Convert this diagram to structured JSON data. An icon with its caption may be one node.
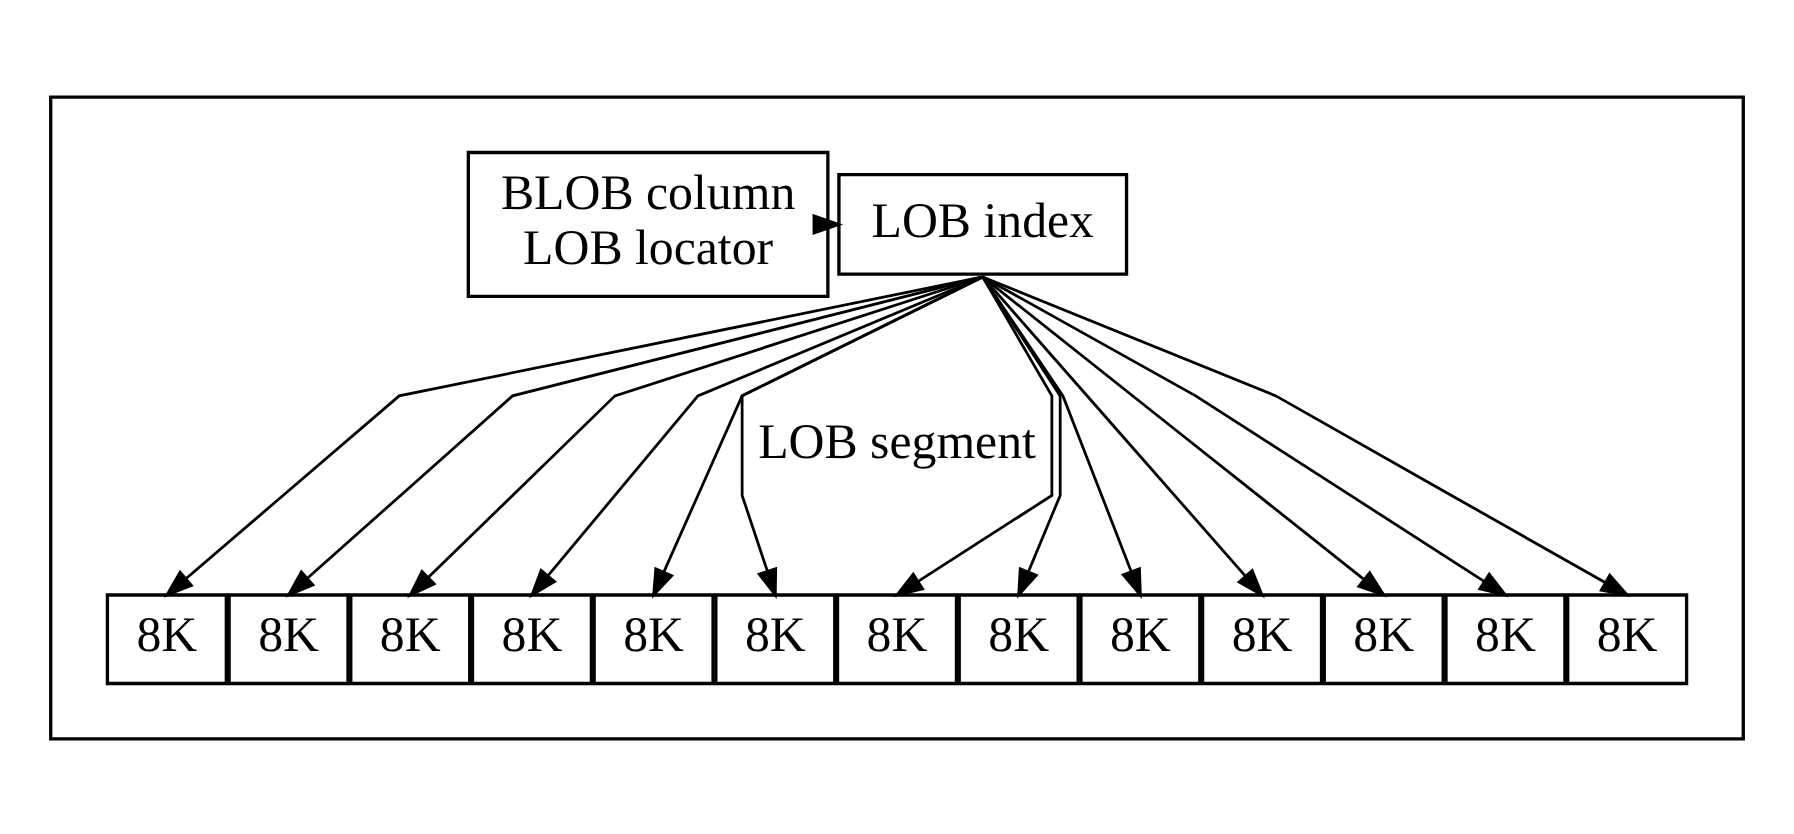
{
  "diagram": {
    "nodes": [
      {
        "text": [],
        "shape": "box"
      },
      {
        "text": [
          "BLOB column",
          "LOB locator"
        ],
        "in": 0
      },
      {
        "text": [
          "LOB index"
        ],
        "in": 0
      },
      {
        "text": [
          "8K"
        ],
        "in": 0
      },
      {
        "text": [
          "8K"
        ],
        "in": 0
      },
      {
        "text": [
          "8K"
        ],
        "in": 0
      },
      {
        "text": [
          "8K"
        ],
        "in": 0
      },
      {
        "text": [
          "8K"
        ],
        "in": 0
      },
      {
        "text": [
          "8K"
        ],
        "in": 0
      },
      {
        "text": [
          "8K"
        ],
        "in": 0
      },
      {
        "text": [
          "8K"
        ],
        "in": 0
      },
      {
        "text": [
          "8K"
        ],
        "in": 0
      },
      {
        "text": [
          "8K"
        ],
        "in": 0
      },
      {
        "text": [
          "8K"
        ],
        "in": 0
      },
      {
        "text": [
          "8K"
        ],
        "in": 0
      },
      {
        "text": [
          "8K"
        ],
        "in": 0
      }
    ],
    "edges": [
      {
        "from": 1,
        "to": 2,
        "arrow": "to"
      },
      {
        "from": 2,
        "to": 3,
        "arrow": "to"
      },
      {
        "from": 2,
        "to": 4,
        "arrow": "to"
      },
      {
        "from": 2,
        "to": 5,
        "arrow": "to"
      },
      {
        "from": 2,
        "to": 6,
        "arrow": "to"
      },
      {
        "from": 2,
        "to": 7,
        "arrow": "to"
      },
      {
        "from": 2,
        "to": 8,
        "arrow": "to"
      },
      {
        "from": 2,
        "to": 9,
        "arrow": "to"
      },
      {
        "from": 2,
        "to": 10,
        "arrow": "to"
      },
      {
        "from": 2,
        "to": 11,
        "arrow": "to"
      },
      {
        "from": 2,
        "to": 12,
        "arrow": "to"
      },
      {
        "from": 2,
        "to": 13,
        "arrow": "to"
      },
      {
        "from": 2,
        "to": 14,
        "arrow": "to"
      },
      {
        "from": 2,
        "to": 15,
        "arrow": "to"
      }
    ],
    "labels": [
      "LOB segment"
    ]
  }
}
